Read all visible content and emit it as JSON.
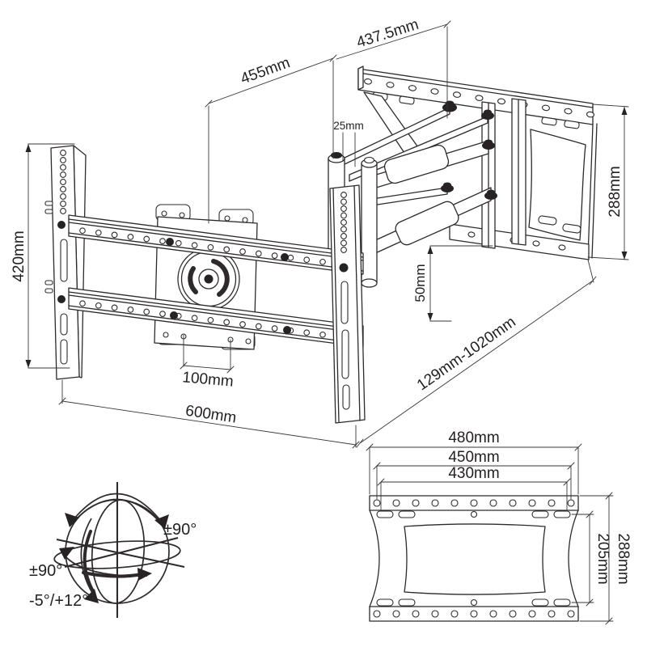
{
  "iso_view": {
    "dims": {
      "front_arm_span": "455mm",
      "rear_arm_span": "437.5mm",
      "bar_offset": "25mm",
      "wall_plate_height": "288mm",
      "bracket_height": "420mm",
      "arm_drop": "50mm",
      "vesa_spacing": "100mm",
      "bracket_width": "600mm",
      "extension_range": "129mm-1020mm"
    }
  },
  "rotation_diagram": {
    "swivel_range": "±90°",
    "rotation_range": "±90°",
    "tilt_range": "-5°/+12°"
  },
  "front_view": {
    "dims": {
      "plate_width": "480mm",
      "hole_span_outer": "450mm",
      "hole_span_inner": "430mm",
      "slot_span_height": "205mm",
      "plate_height": "288mm"
    }
  }
}
